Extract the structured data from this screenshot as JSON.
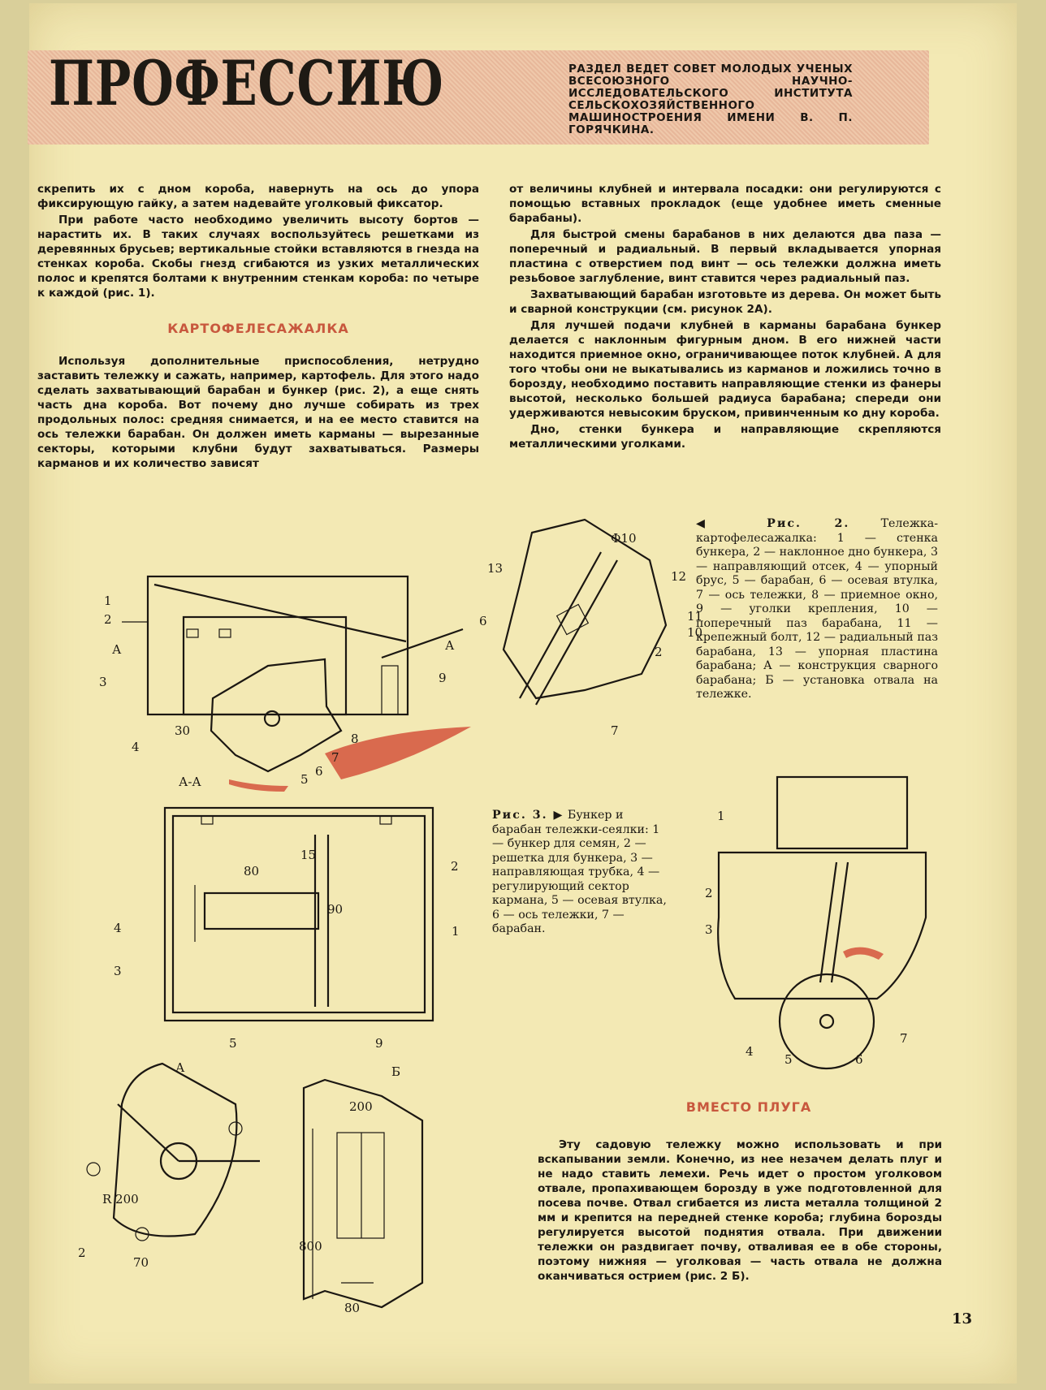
{
  "header": {
    "title": "ПРОФЕССИЮ",
    "note": "РАЗДЕЛ ВЕДЕТ СОВЕТ МОЛОДЫХ УЧЕНЫХ ВСЕСОЮЗНОГО НАУЧНО-ИССЛЕДОВАТЕЛЬСКОГО ИНСТИТУТА СЕЛЬСКОХОЗЯЙСТВЕННОГО МАШИНОСТРОЕНИЯ ИМЕНИ В. П. ГОРЯЧКИНА."
  },
  "left_column": {
    "p1": "скрепить их с дном короба, навернуть на ось до упора фиксирующую гайку, а затем надевайте уголковый фиксатор.",
    "p2": "При работе часто необходимо увеличить высоту бортов — нарастить их. В таких случаях воспользуйтесь решетками из деревянных брусьев; вертикальные стойки вставляются в гнезда на стенках короба. Скобы гнезд сгибаются из узких металлических полос и крепятся болтами к внутренним стенкам короба: по четыре к каждой (рис. 1).",
    "section_title": "КАРТОФЕЛЕСАЖАЛКА",
    "p3": "Используя дополнительные приспособления, нетрудно заставить тележку и сажать, например, картофель. Для этого надо сделать захватывающий барабан и бункер (рис. 2), а еще снять часть дна короба. Вот почему дно лучше собирать из трех продольных полос: средняя снимается, и на ее место ставится на ось тележки барабан. Он должен иметь карманы — вырезанные секторы, которыми клубни будут захватываться. Размеры карманов и их количество зависят"
  },
  "right_column": {
    "p1": "от величины клубней и интервала посадки: они регулируются с помощью вставных прокладок (еще удобнее иметь сменные барабаны).",
    "p2": "Для быстрой смены барабанов в них делаются два паза — поперечный и радиальный. В первый вкладывается упорная пластина с отверстием под винт — ось тележки должна иметь резьбовое заглубление, винт ставится через радиальный паз.",
    "p3": "Захватывающий барабан изготовьте из дерева. Он может быть и сварной конструкции (см. рисунок 2А).",
    "p4": "Для лучшей подачи клубней в карманы барабана бункер делается с наклонным фигурным дном. В его нижней части находится приемное окно, ограничивающее поток клубней. А для того чтобы они не выкатывались из карманов и ложились точно в борозду, необходимо поставить направляющие стенки из фанеры высотой, несколько большей радиуса барабана; спереди они удерживаются невысоким бруском, привинченным ко дну короба.",
    "p5": "Дно, стенки бункера и направляющие скрепляются металлическими уголками."
  },
  "caption_fig2": {
    "lead": "◀ Рис. 2.",
    "text": "Тележка-картофелесажалка: 1 — стенка бункера, 2 — наклонное дно бункера, 3 — направляющий отсек, 4 — упорный брус, 5 — барабан, 6 — осевая втулка, 7 — ось тележки, 8 — приемное окно, 9 — уголки крепления, 10 — поперечный паз барабана, 11 — крепежный болт, 12 — радиальный паз барабана, 13 — упорная пластина барабана; А — конструкция сварного барабана; Б — установка отвала на тележке."
  },
  "caption_fig3": {
    "lead": "Рис. 3. ▶",
    "text": "Бункер и барабан тележки-сеялки: 1 — бункер для семян, 2 — решетка для бункера, 3 — направляющая трубка, 4 — регулирующий сектор кармана, 5 — осевая втулка, 6 — ось тележки, 7 — барабан."
  },
  "section_plow": {
    "title": "ВМЕСТО ПЛУГА",
    "text": "Эту садовую тележку можно использовать и при вскапывании земли. Конечно, из нее незачем делать плуг и не надо ставить лемехи. Речь идет о простом уголковом отвале, пропахивающем борозду в уже подготовленной для посева почве. Отвал сгибается из листа металла толщиной 2 мм и крепится на передней стенке короба; глубина борозды регулируется высотой поднятия отвала. При движении тележки он раздвигает почву, отваливая ее в обе стороны, поэтому нижняя — уголковая — часть отвала не должна оканчиваться острием (рис. 2 Б)."
  },
  "figure_labels": {
    "fig2_main": [
      "1",
      "2",
      "А",
      "3",
      "30",
      "4",
      "5",
      "6",
      "7",
      "8",
      "9",
      "А"
    ],
    "fig2_detail": [
      "Ф10",
      "13",
      "12",
      "6",
      "11",
      "10",
      "2",
      "7"
    ],
    "fig2_section": [
      "А-А",
      "80",
      "15",
      "90",
      "2",
      "4",
      "1",
      "3",
      "5",
      "9"
    ],
    "fig2_a": [
      "А",
      "R 200",
      "2",
      "70"
    ],
    "fig2_b": [
      "Б",
      "200",
      "800",
      "80"
    ],
    "fig3": [
      "1",
      "2",
      "3",
      "4",
      "5",
      "6",
      "7"
    ]
  },
  "page_number": "13",
  "colors": {
    "accent": "#c8583e",
    "paper": "#f3e9b4",
    "header_band": "#ebbfa2"
  }
}
